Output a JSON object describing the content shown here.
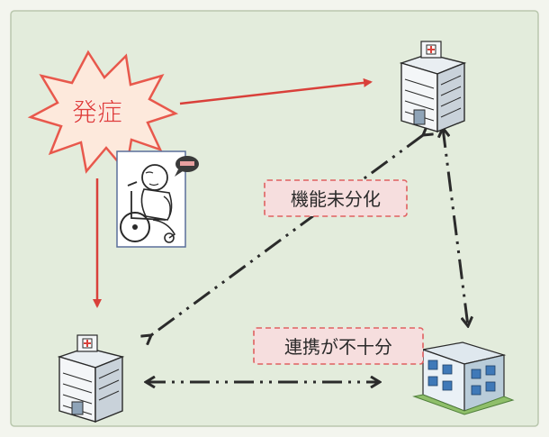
{
  "onset": {
    "label": "発症"
  },
  "labels": {
    "undifferentiated": "機能未分化",
    "insufficient_link": "連携が不十分"
  },
  "colors": {
    "panel": "#e3ecdc",
    "outer": "#f3f5ee",
    "star_fill": "#fde9dc",
    "star_stroke": "#e8584c",
    "red_arrow": "#d9403a",
    "dash_arrow": "#2b2b2b",
    "label_fill": "#f6dede",
    "label_stroke": "#e06060",
    "label_text": "#2a2a2a",
    "onset_text": "#e0403a"
  },
  "icons": {
    "top_right": "hospital-building-icon",
    "bottom_left": "hospital-building-icon",
    "bottom_right": "clinic-building-icon",
    "patient": "wheelchair-patient-icon"
  }
}
